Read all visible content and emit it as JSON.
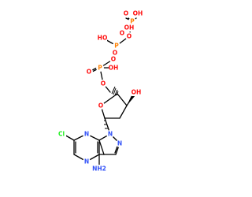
{
  "atoms": {
    "o_top_1": "O",
    "o_top_2": "OH",
    "oh_top_left": "OH",
    "p_top": "P",
    "o_eq_top": "O",
    "o_bridge_1": "O",
    "ho_mid": "HO",
    "p_mid": "P",
    "o_eq_mid": "O",
    "o_bridge_2": "O",
    "o_eq_low": "O",
    "p_low": "P",
    "oh_low": "OH",
    "o_ester": "O",
    "oh_3prime": "OH",
    "o_ring": "O",
    "n9": "N",
    "n3": "N",
    "n7": "N",
    "n1": "N",
    "cl": "Cl",
    "nh2": "NH2"
  },
  "colors": {
    "bond": "#000000",
    "oxygen": "#ff0d0d",
    "phosphorus": "#ff8000",
    "nitrogen": "#3050f8",
    "chlorine": "#1ff01f"
  }
}
